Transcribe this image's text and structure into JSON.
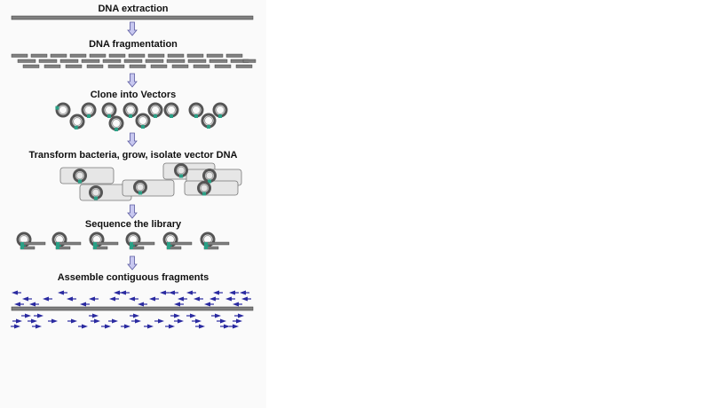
{
  "steps": [
    {
      "label": "DNA extraction"
    },
    {
      "label": "DNA fragmentation"
    },
    {
      "label": "Clone into Vectors"
    },
    {
      "label": "Transform bacteria, grow, isolate vector DNA"
    },
    {
      "label": "Sequence the library"
    },
    {
      "label": "Assemble contiguous fragments"
    }
  ],
  "colors": {
    "dna_strand": "#808080",
    "dna_edge": "#333333",
    "arrow_fill": "#c8c8f0",
    "arrow_edge": "#5a5aa0",
    "insert": "#2aa086",
    "cell_fill": "#e6e6e6",
    "cell_edge": "#777777",
    "read": "#2a2aa0"
  },
  "icons": {
    "step_arrow": "down-arrow-icon",
    "vector": "plasmid-ring-icon",
    "read": "sequence-read-arrow-icon"
  }
}
